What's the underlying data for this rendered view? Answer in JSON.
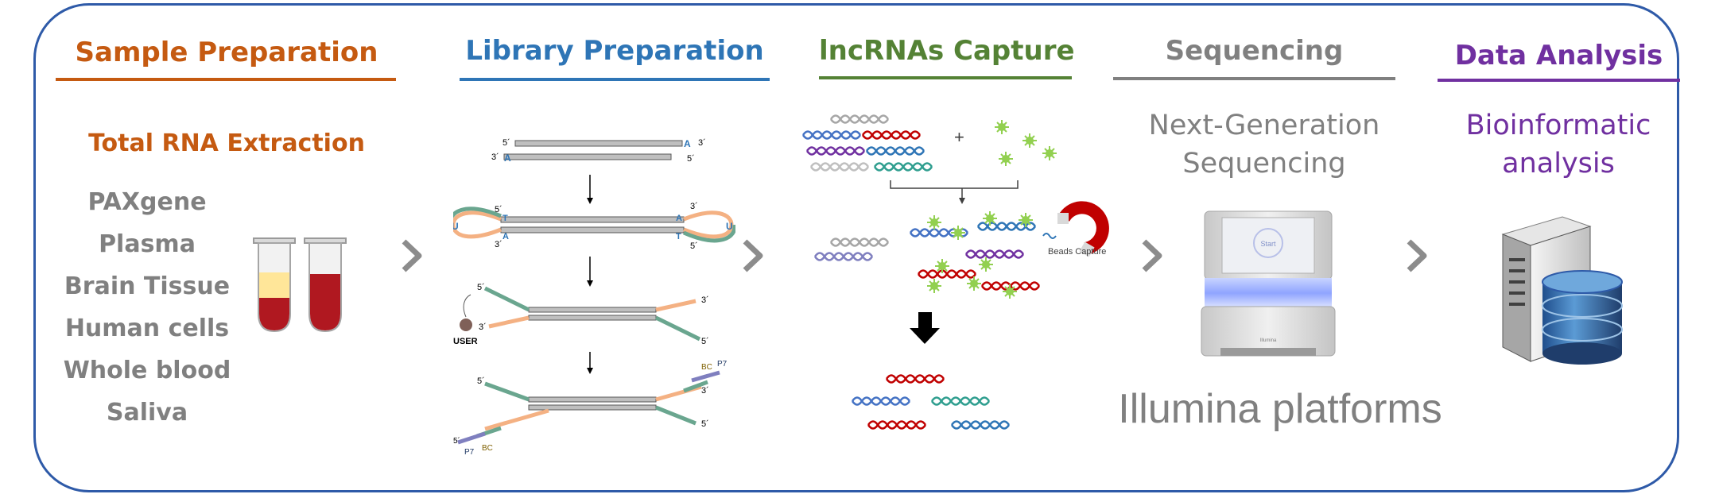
{
  "colors": {
    "frame": "#2e5aa8",
    "sample": "#c55a11",
    "library": "#2e75b6",
    "capture": "#548235",
    "sequencing": "#808080",
    "analysis": "#7030a0"
  },
  "stages": {
    "sample": {
      "title": "Sample Preparation",
      "subtitle": "Total RNA Extraction",
      "sources": [
        "PAXgene",
        "Plasma",
        "Brain Tissue",
        "Human cells",
        "Whole blood",
        "Saliva"
      ]
    },
    "library": {
      "title": "Library Preparation",
      "labels": {
        "five_prime": "5´",
        "three_prime": "3´",
        "a": "A",
        "t": "T",
        "u": "U",
        "user": "USER",
        "bc": "BC",
        "p7": "P7"
      }
    },
    "capture": {
      "title": "lncRNAs Capture",
      "plus": "+",
      "beads_label": "Beads Capture"
    },
    "sequencing": {
      "title": "Sequencing",
      "subtitle_line1": "Next-Generation",
      "subtitle_line2": "Sequencing",
      "screen_label": "Start",
      "brand": "Illumina",
      "platforms": "Illumina platforms"
    },
    "analysis": {
      "title": "Data Analysis",
      "subtitle_line1": "Bioinformatic",
      "subtitle_line2": "analysis"
    }
  },
  "icons": [
    "chevron-right-icon",
    "test-tube-icon",
    "magnet-icon",
    "down-arrow-icon",
    "sequencer-icon",
    "server-icon",
    "database-icon",
    "rna-strand-icon",
    "bead-icon"
  ]
}
